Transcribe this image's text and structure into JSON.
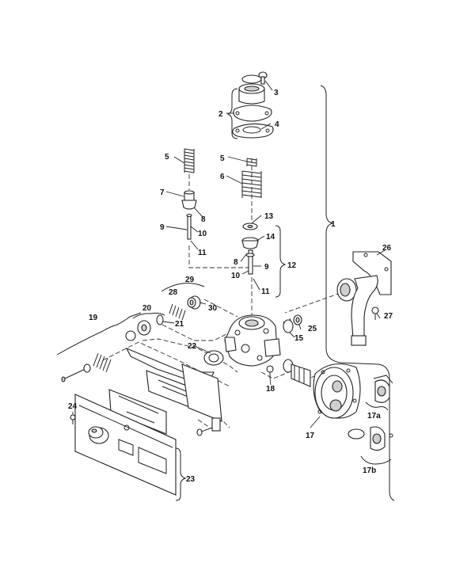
{
  "callouts": [
    {
      "id": "c1",
      "text": "1"
    },
    {
      "id": "c2",
      "text": "2"
    },
    {
      "id": "c3",
      "text": "3"
    },
    {
      "id": "c4",
      "text": "4"
    },
    {
      "id": "c5a",
      "text": "5"
    },
    {
      "id": "c5b",
      "text": "5"
    },
    {
      "id": "c6",
      "text": "6"
    },
    {
      "id": "c7",
      "text": "7"
    },
    {
      "id": "c8a",
      "text": "8"
    },
    {
      "id": "c8b",
      "text": "8"
    },
    {
      "id": "c9a",
      "text": "9"
    },
    {
      "id": "c9b",
      "text": "9"
    },
    {
      "id": "c10a",
      "text": "10"
    },
    {
      "id": "c10b",
      "text": "10"
    },
    {
      "id": "c11a",
      "text": "11"
    },
    {
      "id": "c11b",
      "text": "11"
    },
    {
      "id": "c12",
      "text": "12"
    },
    {
      "id": "c13",
      "text": "13"
    },
    {
      "id": "c14",
      "text": "14"
    },
    {
      "id": "c15",
      "text": "15"
    },
    {
      "id": "c17",
      "text": "17"
    },
    {
      "id": "c17a",
      "text": "17a"
    },
    {
      "id": "c17b",
      "text": "17b"
    },
    {
      "id": "c18",
      "text": "18"
    },
    {
      "id": "c19",
      "text": "19"
    },
    {
      "id": "c20",
      "text": "20"
    },
    {
      "id": "c21",
      "text": "21"
    },
    {
      "id": "c22",
      "text": "22"
    },
    {
      "id": "c23",
      "text": "23"
    },
    {
      "id": "c24",
      "text": "24"
    },
    {
      "id": "c25",
      "text": "25"
    },
    {
      "id": "c26",
      "text": "26"
    },
    {
      "id": "c27",
      "text": "27"
    },
    {
      "id": "c28",
      "text": "28"
    },
    {
      "id": "c29",
      "text": "29"
    },
    {
      "id": "c30",
      "text": "30"
    }
  ]
}
